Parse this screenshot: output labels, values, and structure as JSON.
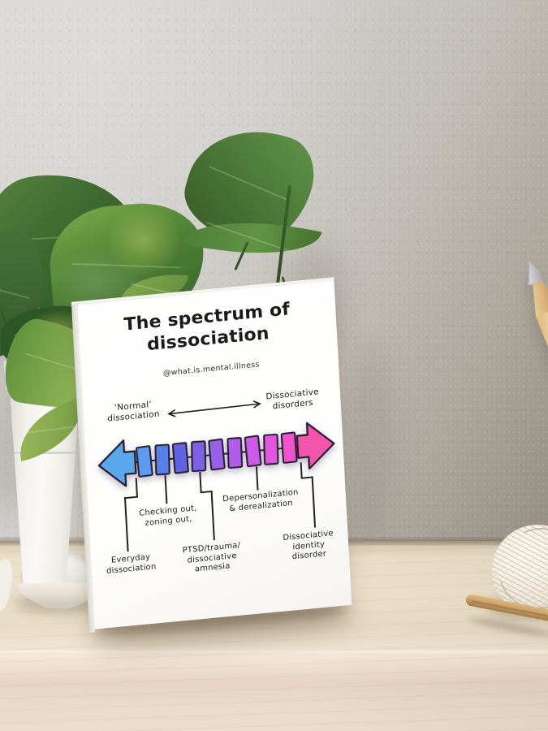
{
  "poster": {
    "title": "The spectrum of\ndissociation",
    "handle": "@what.is.mental.illness",
    "axis": {
      "left_label": "‘Normal’\ndissociation",
      "right_label": "Dissociative\ndisorders"
    },
    "spectrum": {
      "type": "gradient-arrow",
      "left_arrowhead_color": "#5CA6EC",
      "right_arrowhead_color": "#F355AC",
      "outline_color": "#241C2E",
      "segment_colors": [
        "#5C9BEE",
        "#5A7FEA",
        "#6164E0",
        "#7F60E6",
        "#9A5FE8",
        "#B25DEA",
        "#CB5BE8",
        "#E156DE",
        "#EF53CB"
      ]
    },
    "annotations": [
      {
        "id": "everyday",
        "text": "Everyday\ndissociation"
      },
      {
        "id": "checking-out",
        "text": "Checking out,\nzoning out,"
      },
      {
        "id": "ptsd",
        "text": "PTSD/trauma/\ndissociative\namnesia"
      },
      {
        "id": "depersonalization",
        "text": "Depersonalization\n& derealization"
      },
      {
        "id": "did",
        "text": "Dissociative\nidentity disorder"
      }
    ]
  },
  "scene": {
    "wall_color": "#CBC9C5",
    "table_wood_color": "#EBDFC9",
    "plant_leaf_color": "#47762F",
    "pot_color": "#F4F3EF",
    "yarn_ball_color": "#F3EEE3",
    "pencil_wood_color": "#D8B57D",
    "pencil_tip_color": "#B9BAC0",
    "wooden_stick_color": "#C49A62",
    "ink_color": "#1C1C1C"
  }
}
